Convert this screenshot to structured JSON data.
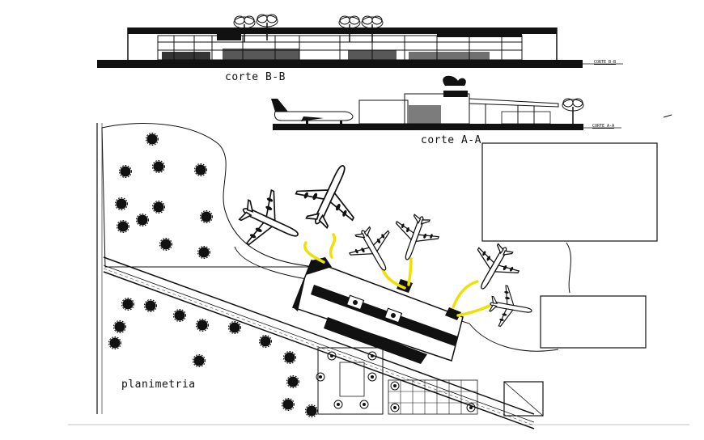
{
  "labels": {
    "section_bb": "corte B-B",
    "section_aa": "corte A-A",
    "site_plan": "planimetria",
    "tag_bb": "CORTE B-B",
    "tag_aa": "CORTE A-A"
  },
  "colors": {
    "ink": "#111111",
    "jet_bridge": "#f0e000",
    "paper": "#ffffff"
  }
}
